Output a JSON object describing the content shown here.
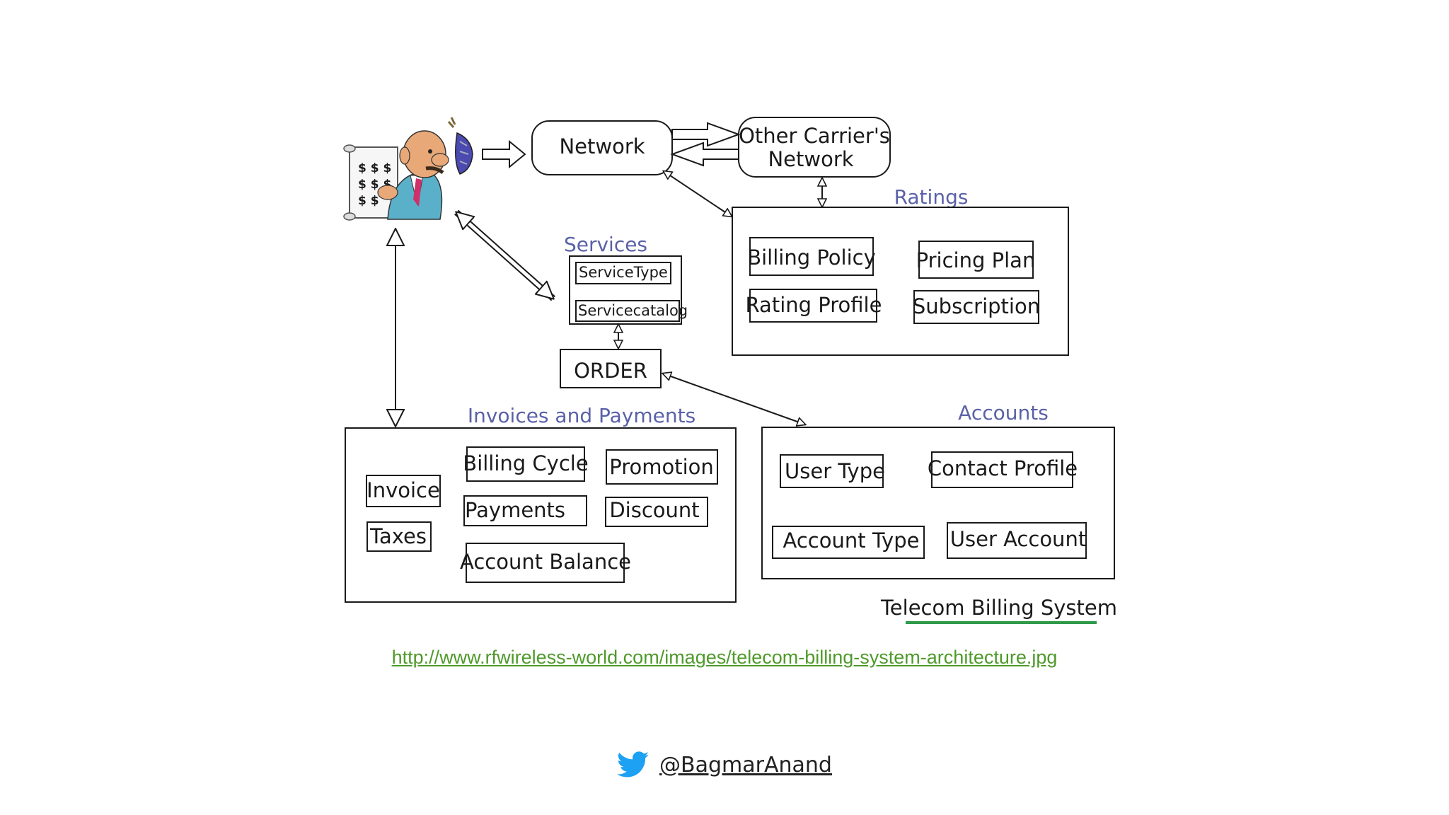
{
  "diagram": {
    "caption": "Telecom Billing System",
    "network": "Network",
    "other_carrier": [
      "Other Carrier's",
      "Network"
    ],
    "ratings": {
      "title": "Ratings",
      "items": [
        "Billing Policy",
        "Pricing Plan",
        "Rating Profile",
        "Subscription"
      ]
    },
    "services": {
      "title": "Services",
      "items": [
        "ServiceType",
        "Servicecatalog"
      ]
    },
    "order": "ORDER",
    "invoices": {
      "title": "Invoices and Payments",
      "items": [
        "Invoice",
        "Billing Cycle",
        "Promotion",
        "Taxes",
        "Payments",
        "Discount",
        "Account Balance"
      ]
    },
    "accounts": {
      "title": "Accounts",
      "items": [
        "User Type",
        "Contact Profile",
        "Account Type",
        "User Account"
      ]
    }
  },
  "source_link": "http://www.rfwireless-world.com/images/telecom-billing-system-architecture.jpg",
  "twitter": {
    "icon": "twitter-bird-icon",
    "handle": "@BagmarAnand",
    "color": "#1da1f2"
  },
  "colors": {
    "section_title": "#5a61a8",
    "link": "#4e9a2a",
    "caption_underline": "#2e9a4a"
  }
}
